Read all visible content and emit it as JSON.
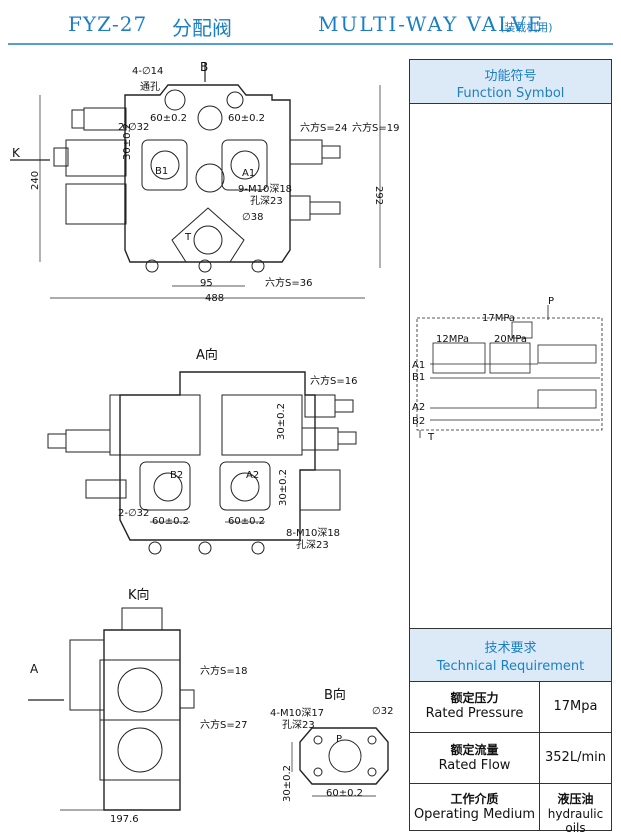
{
  "header": {
    "model": "FYZ-27",
    "name_cn": "分配阀",
    "name_en": "MULTI-WAY  VALVE",
    "note": "(装载机用)"
  },
  "function_symbol": {
    "title_cn": "功能符号",
    "title_en": "Function Symbol",
    "pressure_main": "17MPa",
    "pressure_a": "12MPa",
    "pressure_b": "20MPa",
    "ports": [
      "P",
      "A1",
      "B1",
      "A2",
      "B2",
      "T"
    ]
  },
  "technical": {
    "title_cn": "技术要求",
    "title_en": "Technical Requirement",
    "rows": [
      {
        "label_cn": "额定压力",
        "label_en": "Rated Pressure",
        "value": "17Mpa"
      },
      {
        "label_cn": "额定流量",
        "label_en": "Rated Flow",
        "value": "352L/min"
      },
      {
        "label_cn": "工作介质",
        "label_en": "Operating Medium",
        "value_cn": "液压油",
        "value_en": "hydraulic oils"
      }
    ]
  },
  "front_view": {
    "arrow_b": "B",
    "arrow_k": "K",
    "holes": "4-∅14",
    "holes_sub": "通孔",
    "dia_32": "2-∅32",
    "pitch_top": "60±0.2",
    "pitch_top2": "60±0.2",
    "vert_pitch": "30±0.2",
    "hex_24": "六方S=24",
    "hex_19": "六方S=19",
    "thread": "9-M10深18",
    "thread_sub": "孔深23",
    "dia_38": "∅38",
    "port_b1": "B1",
    "port_a1": "A1",
    "port_t": "T",
    "hex_36": "六方S=36",
    "dim_95": "95",
    "dim_488": "488",
    "dim_240": "240",
    "dim_292": "292"
  },
  "view_a": {
    "title": "A向",
    "hex_16": "六方S=16",
    "port_b2": "B2",
    "port_a2": "A2",
    "dia_32": "2-∅32",
    "pitch_1": "60±0.2",
    "pitch_2": "60±0.2",
    "vert_1": "30±0.2",
    "vert_2": "30±0.2",
    "thread": "8-M10深18",
    "thread_sub": "孔深23"
  },
  "view_k": {
    "title": "K向",
    "arrow_a": "A",
    "hex_18": "六方S=18",
    "hex_27": "六方S=27",
    "dim_197": "197.6"
  },
  "view_b": {
    "title": "B向",
    "thread": "4-M10深17",
    "thread_sub": "孔深23",
    "dia_32": "∅32",
    "port_p": "P",
    "pitch": "60±0.2",
    "vert": "30±0.2"
  }
}
